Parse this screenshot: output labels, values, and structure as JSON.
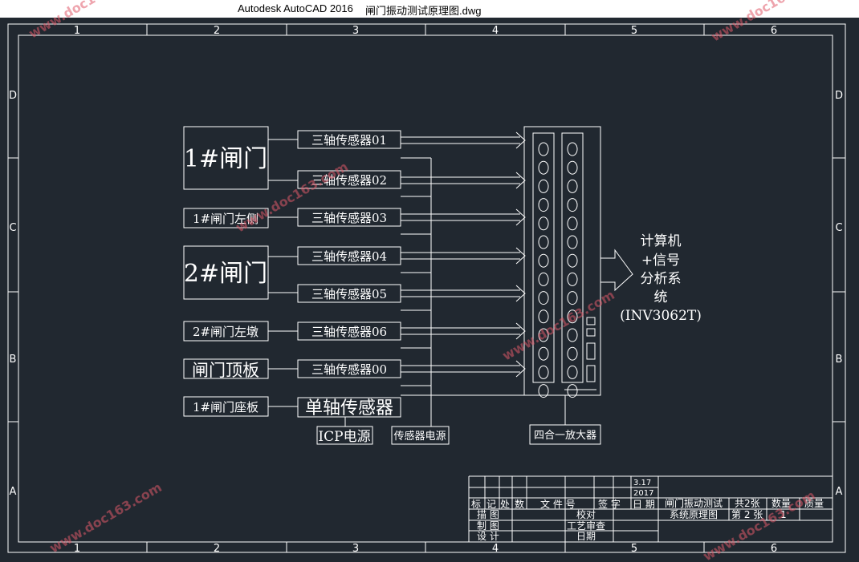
{
  "window": {
    "app": "Autodesk AutoCAD 2016",
    "file": "闸门振动测试原理图.dwg"
  },
  "frame": {
    "col_labels": [
      "1",
      "2",
      "3",
      "4",
      "5",
      "6"
    ],
    "row_labels": [
      "D",
      "C",
      "B",
      "A"
    ]
  },
  "diagram": {
    "locations": [
      "1#闸门",
      "1#闸门左侧",
      "2#闸门",
      "2#闸门左墩",
      "闸门顶板",
      "1#闸门座板"
    ],
    "sensors": [
      "三轴传感器01",
      "三轴传感器02",
      "三轴传感器03",
      "三轴传感器04",
      "三轴传感器05",
      "三轴传感器06",
      "三轴传感器00",
      "单轴传感器"
    ],
    "icp_power": "ICP电源",
    "sensor_power": "传感器电源",
    "amplifier": "四合一放大器",
    "computer_lines": [
      "计算机",
      "+信号",
      "分析系",
      "统",
      "(INV3062T)"
    ]
  },
  "title_block": {
    "date_lines": [
      "3.17",
      "2017"
    ],
    "header": [
      "标",
      "记",
      "处",
      "数",
      "文 件 号",
      "签 字",
      "日 期"
    ],
    "drawing_title": [
      "闸门振动测试",
      "系统原理图"
    ],
    "sheets_total": "共2张",
    "sheet_no": "第 2 张",
    "quantity_label": "数量",
    "quantity_value": "1",
    "mass_label": "质量",
    "roles": [
      "描  图",
      "制  图",
      "设  计"
    ],
    "checker_lines": [
      "校对",
      "工艺审查",
      "日期"
    ]
  },
  "watermark": "www.doc163.com"
}
